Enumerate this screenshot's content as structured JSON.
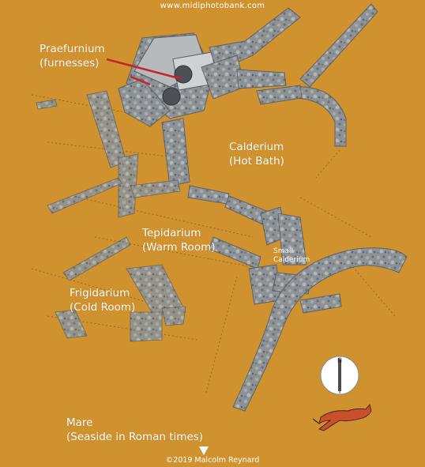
{
  "header": {
    "url": "www.midiphotobank.com"
  },
  "labels": {
    "praefurnium": {
      "line1": "Praefurnium",
      "line2": "(furnesses)"
    },
    "calderium": {
      "line1": "Calderium",
      "line2": "(Hot Bath)"
    },
    "tepidarium": {
      "line1": "Tepidarium",
      "line2": "(Warm Room)"
    },
    "small_calderium": {
      "line1": "Small",
      "line2": "Calderium"
    },
    "frigidarium": {
      "line1": "Frigidarium",
      "line2": "(Cold Room)"
    },
    "mare": {
      "line1": "Mare",
      "line2": "(Seaside in Roman times)"
    }
  },
  "compass": {
    "letter": "N"
  },
  "footer": {
    "credit": "©2019 Malcolm Reynard"
  },
  "colors": {
    "background": "#d0922e",
    "stone": "#8d9296",
    "stone_dark": "#5d6266",
    "label_text": "#ffffff",
    "pointer_line": "#c3262a",
    "fox": "#c9502a"
  },
  "icons": [
    "compass-icon",
    "fox-logo-icon",
    "direction-arrow-icon"
  ]
}
